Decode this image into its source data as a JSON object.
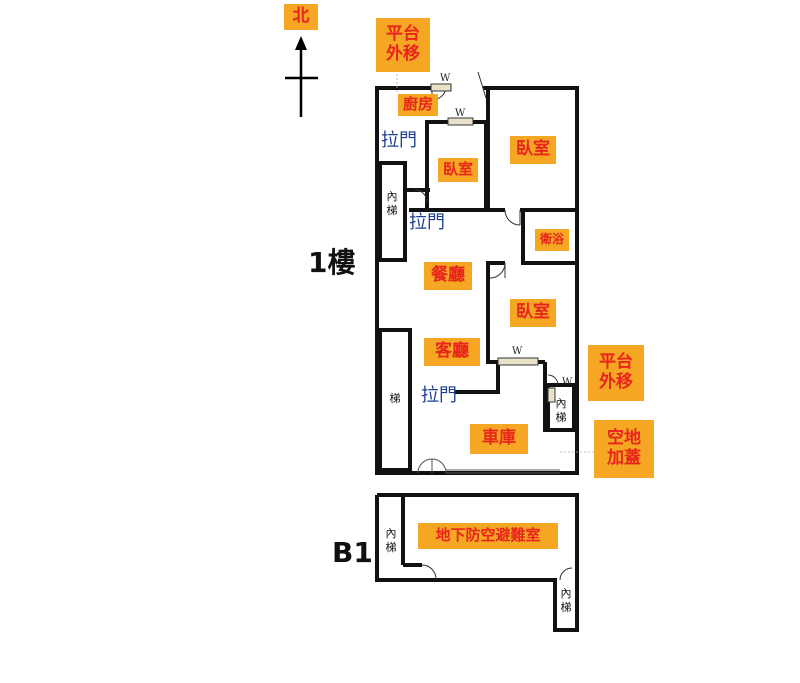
{
  "compass": {
    "north_label": "北"
  },
  "floors": {
    "ground": "1樓",
    "basement": "B1"
  },
  "annotations": {
    "platform_top": "平台外移",
    "platform_right": "平台外移",
    "open_space": "空地加蓋"
  },
  "rooms": {
    "kitchen": "廚房",
    "bedroom_small": "臥室",
    "bedroom_ne": "臥室",
    "bathroom": "衛浴",
    "dining": "餐廳",
    "bedroom_mid": "臥室",
    "living": "客廳",
    "garage": "車庫",
    "shelter": "地下防空避難室"
  },
  "door_labels": {
    "sliding_1": "拉門",
    "sliding_2": "拉門",
    "sliding_3": "拉門"
  },
  "stairs": {
    "inner_1f": "內梯",
    "main_1f": "梯",
    "inner_right_1f": "內梯",
    "inner_b1_left": "內梯",
    "inner_b1_right": "內梯"
  },
  "window_mark": "W"
}
